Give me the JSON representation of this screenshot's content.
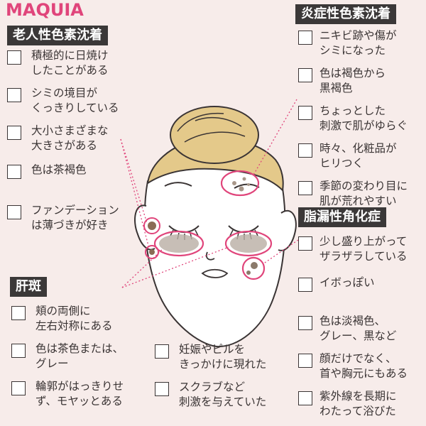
{
  "brand": "MAQUIA",
  "sections": {
    "senile": {
      "title": "老人性色素沈着",
      "items": [
        "積極的に日焼け\nしたことがある",
        "シミの境目が\nくっきりしている",
        "大小さまざまな\n大きさがある",
        "色は茶褐色",
        "ファンデーション\nは薄づきが好き"
      ]
    },
    "inflammatory": {
      "title": "炎症性色素沈着",
      "items": [
        "ニキビ跡や傷が\nシミになった",
        "色は褐色から\n黒褐色",
        "ちょっとした\n刺激で肌がゆらぐ",
        "時々、化粧品が\nヒリつく",
        "季節の変わり目に\n肌が荒れやすい"
      ]
    },
    "seborrheic": {
      "title": "脂漏性角化症",
      "items": [
        "少し盛り上がって\nザラザラしている",
        "イボっぽい",
        "色は淡褐色、\nグレー、黒など",
        "顔だけでなく、\n首や胸元にもある",
        "紫外線を長期に\nわたって浴びた"
      ]
    },
    "melasma": {
      "title": "肝斑",
      "items": [
        "頬の両側に\n左右対称にある",
        "色は茶色または、\nグレー",
        "輪郭がはっきりせ\nず、モヤッとある",
        "妊娠やピルを\nきっかけに現れた",
        "スクラブなど\n刺激を与えていた"
      ]
    }
  },
  "colors": {
    "background": "#f7ecea",
    "brand": "#e0457b",
    "label_bg": "#3b3838",
    "highlight": "#e0457b",
    "hair": "#e4c98a"
  },
  "illustration": "face-illustration"
}
